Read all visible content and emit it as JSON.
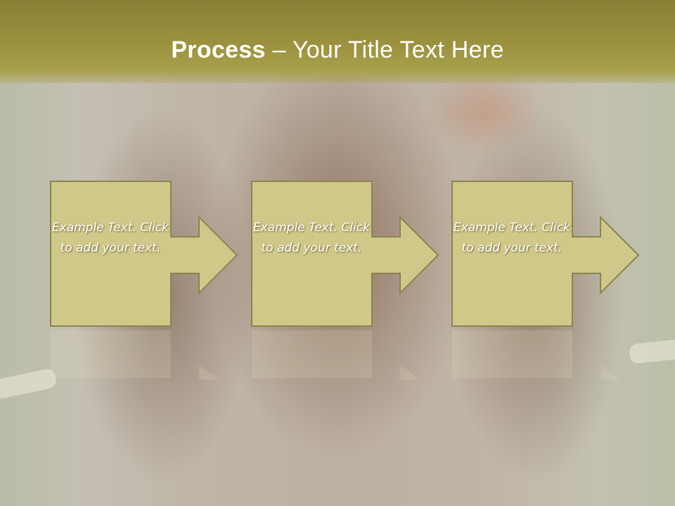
{
  "slide": {
    "title_bold": "Process",
    "title_rest": " – Your Title Text Here"
  },
  "steps": [
    {
      "text": "Example Text. Click  to add your text."
    },
    {
      "text": "Example Text. Click  to add your text."
    },
    {
      "text": "Example Text. Click  to add your text."
    }
  ],
  "colors": {
    "header": "#9c923f",
    "box_fill": "#d0c888",
    "box_border": "#8a8450"
  }
}
